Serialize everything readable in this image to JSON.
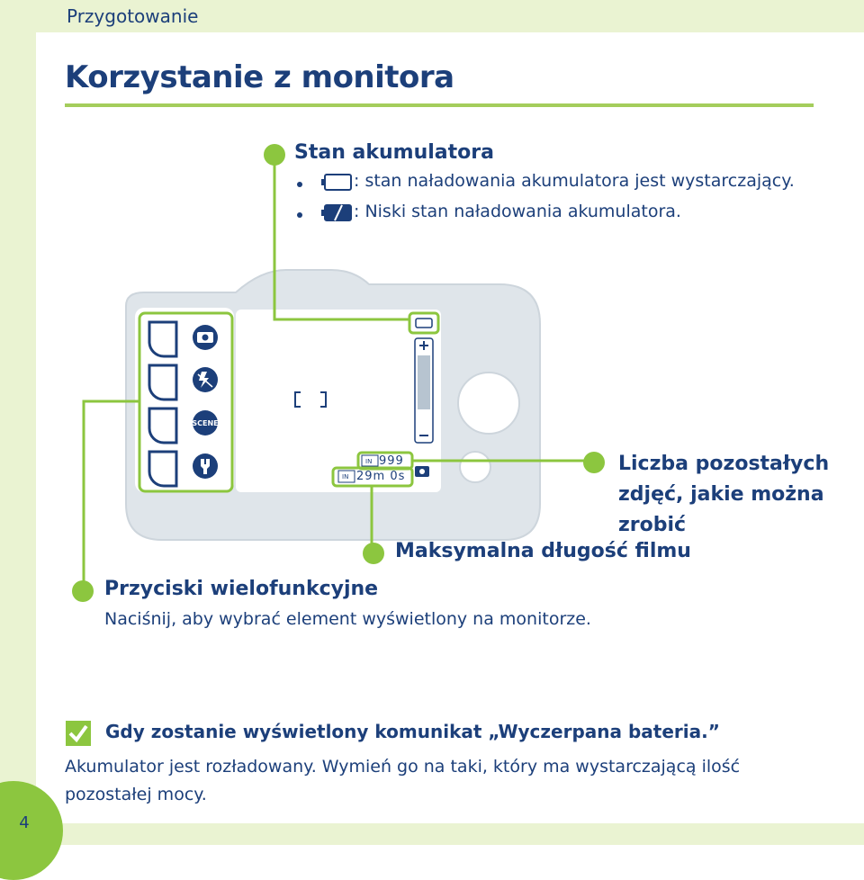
{
  "header": {
    "section": "Przygotowanie"
  },
  "page": {
    "title": "Korzystanie z monitora",
    "number": "4"
  },
  "battery": {
    "heading": "Stan akumulatora",
    "items": [
      {
        "icon": "battery-full-icon",
        "text": ": stan naładowania akumulatora jest wystarczający."
      },
      {
        "icon": "battery-low-icon",
        "text": ": Niski stan naładowania akumulatora."
      }
    ]
  },
  "camera": {
    "shots_remaining": "999",
    "movie_length": "29m 0s",
    "focus_brackets": "[ ]",
    "buttons": [
      "camera-icon",
      "flash-off-icon",
      "scene-icon",
      "wrench-icon"
    ],
    "scene_label": "SCENE"
  },
  "callouts": {
    "remaining": {
      "lines": [
        "Liczba pozostałych",
        "zdjęć, jakie można",
        "zrobić"
      ]
    },
    "movie": {
      "text": "Maksymalna długość filmu"
    },
    "buttons": {
      "heading": "Przyciski wielofunkcyjne",
      "text": "Naciśnij, aby wybrać element wyświetlony na monitorze."
    }
  },
  "note": {
    "heading": "Gdy zostanie wyświetlony komunikat „Wyczerpana bateria.”",
    "lines": [
      "Akumulator jest rozładowany. Wymień go na taki, który ma wystarczającą ilość",
      "pozostałej mocy."
    ]
  },
  "colors": {
    "accent": "#8cc63f",
    "text": "#1c3f7a",
    "band": "#eaf3d2",
    "camera_body": "#dfe5ea"
  }
}
